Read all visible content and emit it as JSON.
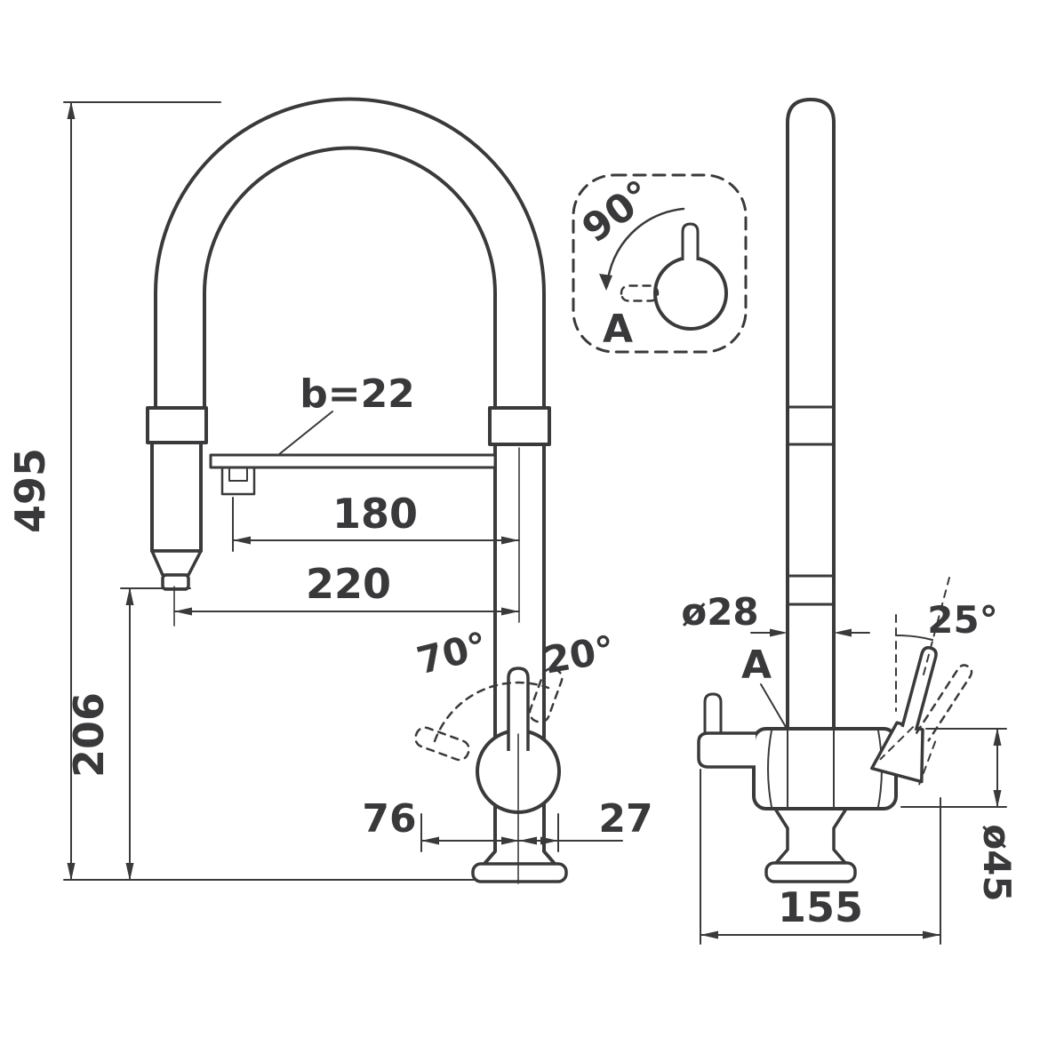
{
  "meta": {
    "background": "#ffffff",
    "line_color": "#3a3a3c"
  },
  "front_view": {
    "height_total": "495",
    "height_spray": "206",
    "reach_spout": "180",
    "reach_hose": "220",
    "bar_width": "b=22",
    "lever_angle_left": "70°",
    "lever_angle_right": "20°",
    "offset_left": "76",
    "offset_right": "27"
  },
  "detail_view": {
    "rotation_angle": "90°",
    "label": "A"
  },
  "side_view": {
    "pipe_diameter": "ø28",
    "handle_angle": "25°",
    "section_label": "A",
    "body_diameter": "ø45",
    "base_depth": "155"
  }
}
